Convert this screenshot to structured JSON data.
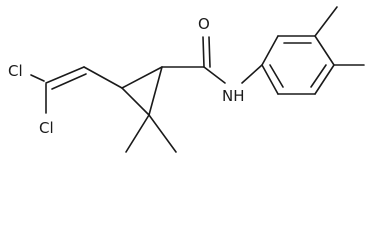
{
  "molecule": {
    "atoms": {
      "cl_upper": "Cl",
      "cl_lower": "Cl",
      "oxygen": "O",
      "nitrogen": "NH"
    }
  }
}
